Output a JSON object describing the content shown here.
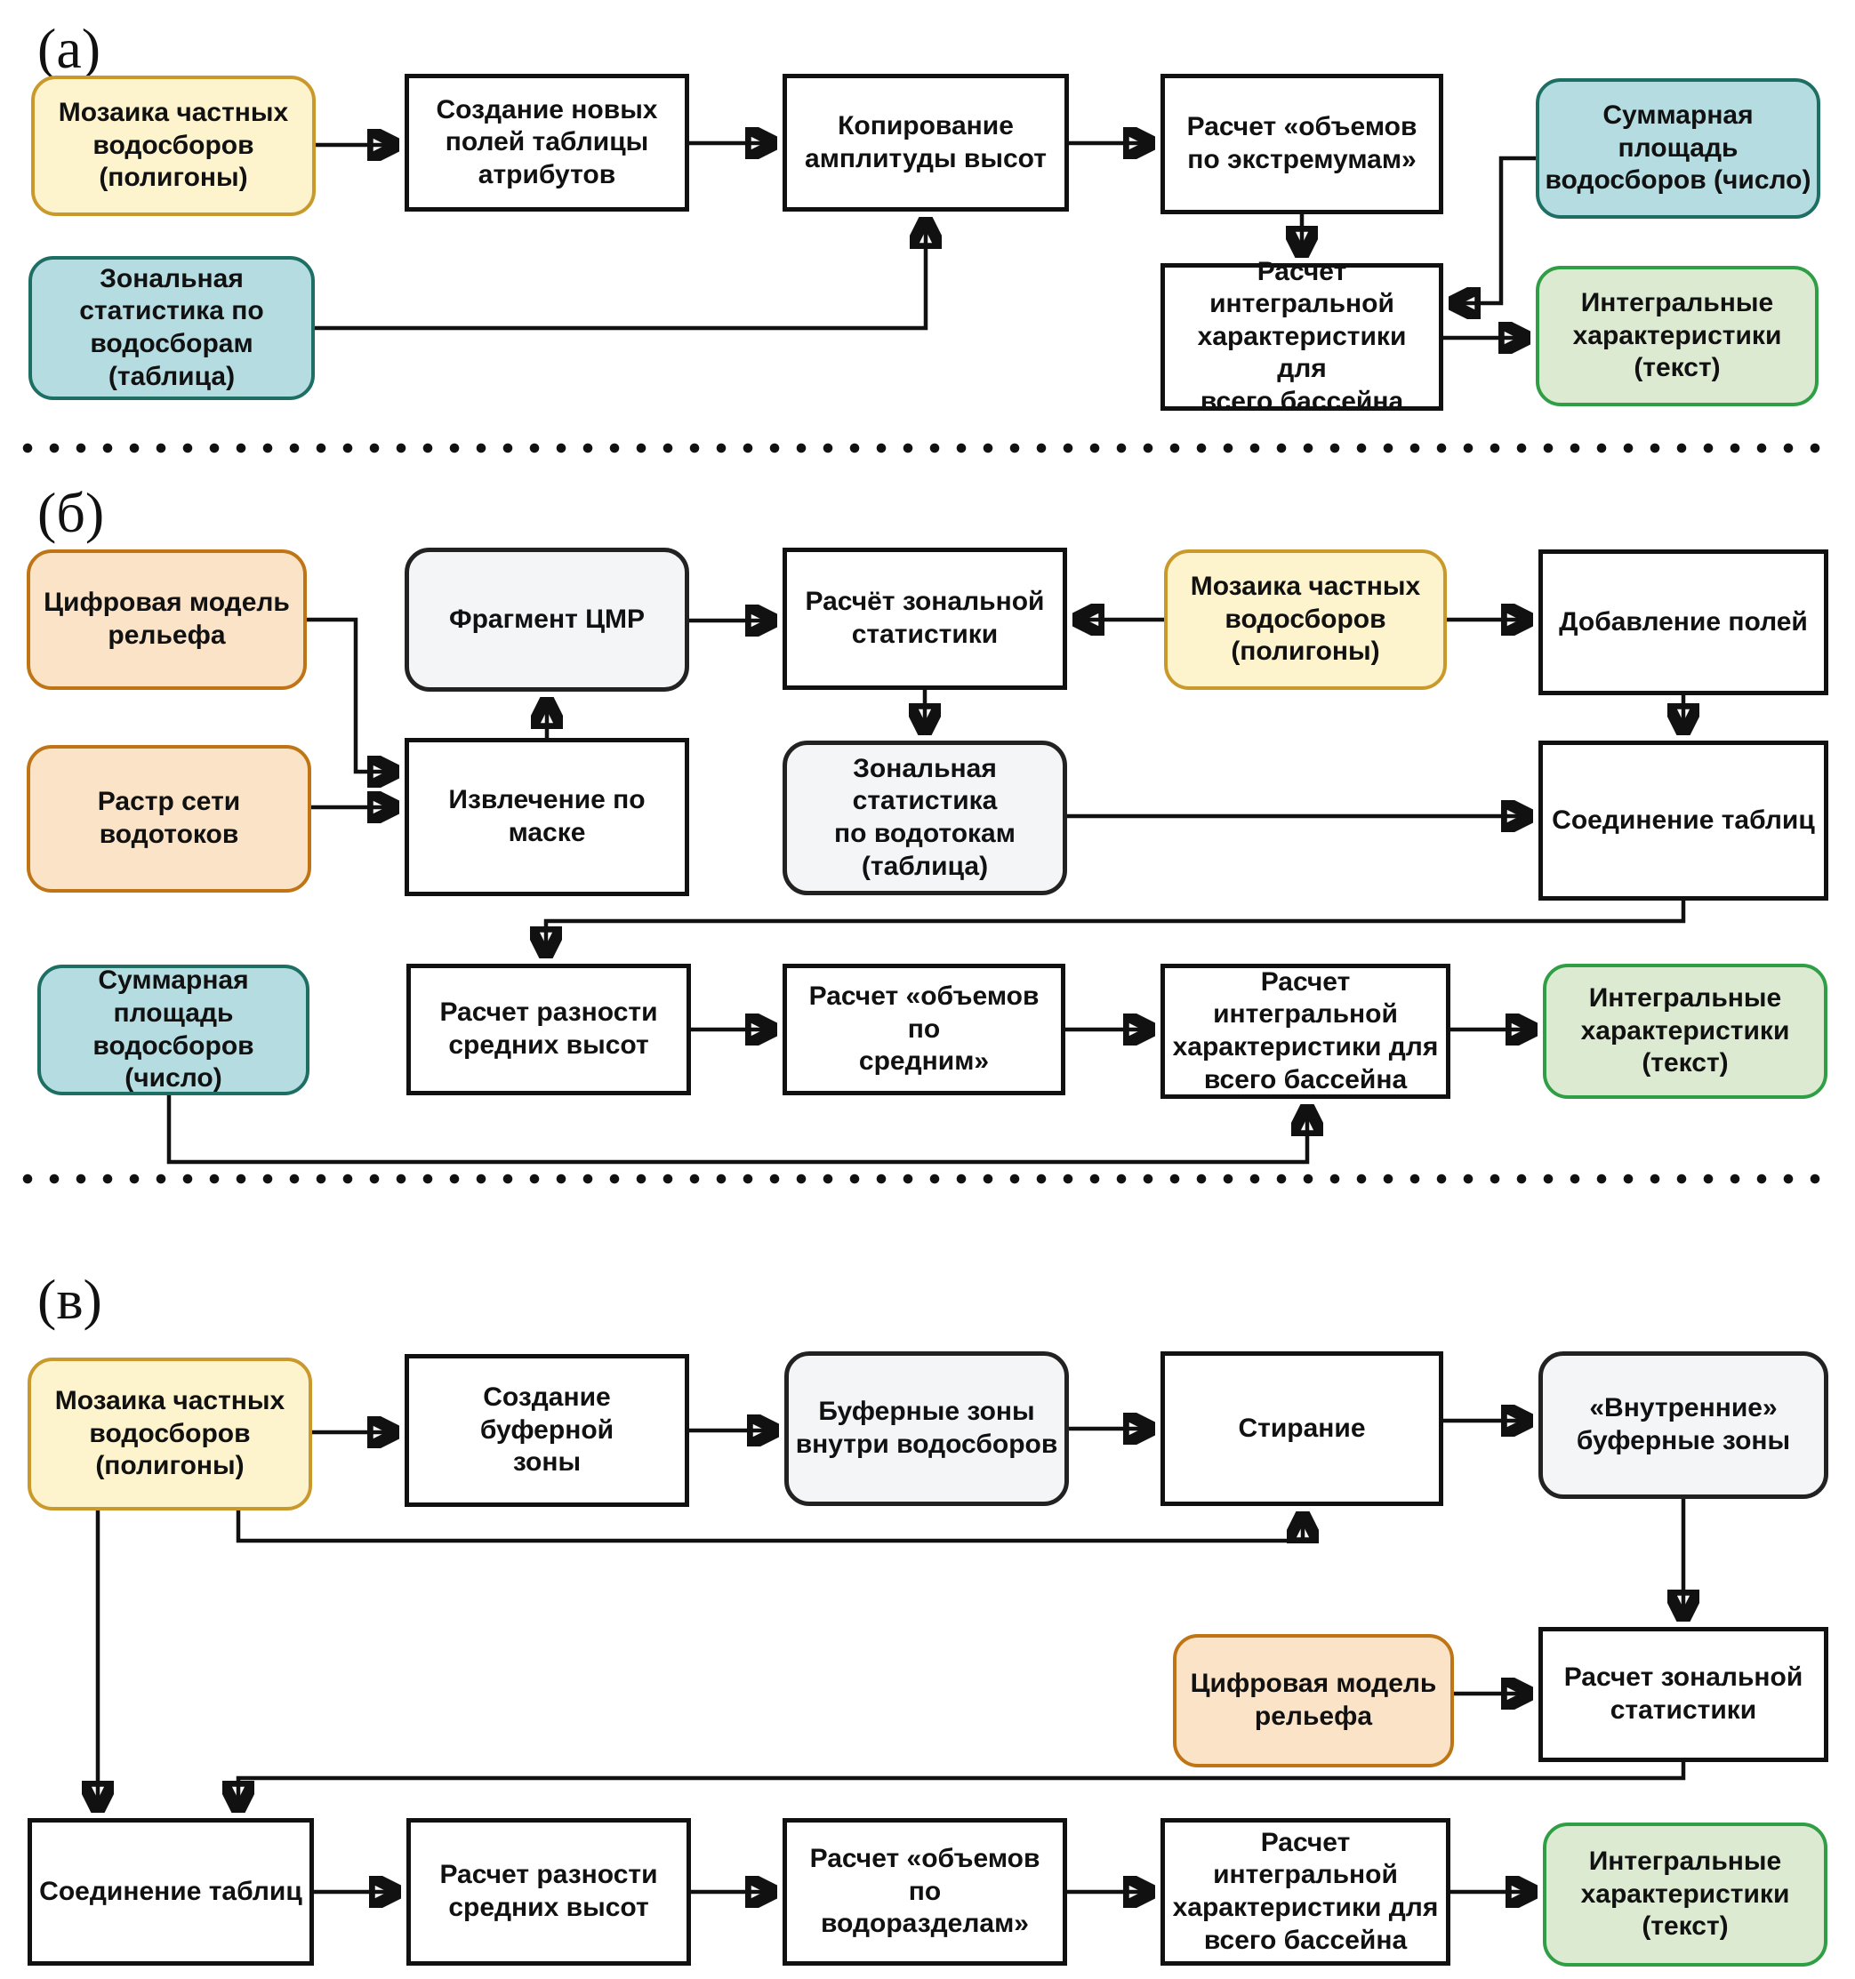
{
  "figure": {
    "type": "flowchart",
    "language": "ru",
    "panels": 3
  },
  "labels": {
    "a": "(а)",
    "b": "(б)",
    "v": "(в)"
  },
  "nodes": {
    "a1": {
      "text": "Мозаика частных\nводосборов\n(полигоны)",
      "kind": "input-polygons"
    },
    "a2": {
      "text": "Создание новых\nполей таблицы\nатрибутов",
      "kind": "process"
    },
    "a3": {
      "text": "Копирование\nамплитуды высот",
      "kind": "process"
    },
    "a4": {
      "text": "Расчет «объемов\nпо экстремумам»",
      "kind": "process"
    },
    "a5": {
      "text": "Зональная\nстатистика по\nводосборам\n(таблица)",
      "kind": "input-table"
    },
    "a6": {
      "text": "Суммарная площадь\nводосборов (число)",
      "kind": "input-number"
    },
    "a7": {
      "text": "Расчет\nинтегральной\nхарактеристики для\nвсего бассейна",
      "kind": "process"
    },
    "a8": {
      "text": "Интегральные\nхарактеристики\n(текст)",
      "kind": "output-text"
    },
    "b1": {
      "text": "Цифровая модель\nрельефа",
      "kind": "input-raster"
    },
    "b2": {
      "text": "Растр сети\nводотоков",
      "kind": "input-raster"
    },
    "b3": {
      "text": "Фрагмент ЦМР",
      "kind": "intermediate"
    },
    "b4": {
      "text": "Расчёт зональной\nстатистики",
      "kind": "process"
    },
    "b5": {
      "text": "Мозаика частных\nводосборов\n(полигоны)",
      "kind": "input-polygons"
    },
    "b6": {
      "text": "Добавление полей",
      "kind": "process"
    },
    "b7": {
      "text": "Извлечение по маске",
      "kind": "process"
    },
    "b8": {
      "text": "Зональная статистика\nпо водотокам\n(таблица)",
      "kind": "intermediate"
    },
    "b9": {
      "text": "Соединение таблиц",
      "kind": "process"
    },
    "b10": {
      "text": "Суммарная площадь\nводосборов (число)",
      "kind": "input-number"
    },
    "b11": {
      "text": "Расчет разности\nсредних высот",
      "kind": "process"
    },
    "b12": {
      "text": "Расчет «объемов по\nсредним»",
      "kind": "process"
    },
    "b13": {
      "text": "Расчет\nинтегральной\nхарактеристики для\nвсего бассейна",
      "kind": "process"
    },
    "b14": {
      "text": "Интегральные\nхарактеристики\n(текст)",
      "kind": "output-text"
    },
    "v1": {
      "text": "Мозаика частных\nводосборов\n(полигоны)",
      "kind": "input-polygons"
    },
    "v2": {
      "text": "Создание буферной\nзоны",
      "kind": "process"
    },
    "v3": {
      "text": "Буферные зоны\nвнутри водосборов",
      "kind": "intermediate"
    },
    "v4": {
      "text": "Стирание",
      "kind": "process"
    },
    "v5": {
      "text": "«Внутренние»\nбуферные зоны",
      "kind": "intermediate"
    },
    "v6": {
      "text": "Цифровая модель\nрельефа",
      "kind": "input-raster"
    },
    "v7": {
      "text": "Расчет зональной\nстатистики",
      "kind": "process"
    },
    "v8": {
      "text": "Соединение таблиц",
      "kind": "process"
    },
    "v9": {
      "text": "Расчет разности\nсредних высот",
      "kind": "process"
    },
    "v10": {
      "text": "Расчет «объемов по\nводоразделам»",
      "kind": "process"
    },
    "v11": {
      "text": "Расчет\nинтегральной\nхарактеристики для\nвсего бассейна",
      "kind": "process"
    },
    "v12": {
      "text": "Интегральные\nхарактеристики\n(текст)",
      "kind": "output-text"
    }
  },
  "edges": [
    [
      "a1",
      "a2"
    ],
    [
      "a2",
      "a3"
    ],
    [
      "a3",
      "a4"
    ],
    [
      "a5",
      "a3"
    ],
    [
      "a4",
      "a7"
    ],
    [
      "a6",
      "a7"
    ],
    [
      "a7",
      "a8"
    ],
    [
      "b1",
      "b7"
    ],
    [
      "b2",
      "b7"
    ],
    [
      "b7",
      "b3"
    ],
    [
      "b3",
      "b4"
    ],
    [
      "b5",
      "b4"
    ],
    [
      "b4",
      "b8"
    ],
    [
      "b5",
      "b6"
    ],
    [
      "b6",
      "b9"
    ],
    [
      "b8",
      "b9"
    ],
    [
      "b9",
      "b11"
    ],
    [
      "b10",
      "b13"
    ],
    [
      "b11",
      "b12"
    ],
    [
      "b12",
      "b13"
    ],
    [
      "b13",
      "b14"
    ],
    [
      "v1",
      "v2"
    ],
    [
      "v2",
      "v3"
    ],
    [
      "v3",
      "v4"
    ],
    [
      "v4",
      "v5"
    ],
    [
      "v1",
      "v4"
    ],
    [
      "v5",
      "v7"
    ],
    [
      "v6",
      "v7"
    ],
    [
      "v7",
      "v8"
    ],
    [
      "v1",
      "v8"
    ],
    [
      "v8",
      "v9"
    ],
    [
      "v9",
      "v10"
    ],
    [
      "v10",
      "v11"
    ],
    [
      "v11",
      "v12"
    ]
  ],
  "colors": {
    "yellow_fill": "#fdf3cd",
    "yellow_border": "#c9992b",
    "teal_fill": "#b5dce0",
    "teal_border": "#1d6f63",
    "green_fill": "#dcead2",
    "green_border": "#2f9e45",
    "orange_fill": "#fbe3c8",
    "orange_border": "#bf7515",
    "gray_fill": "#f4f5f6",
    "gray_border": "#222222",
    "white_fill": "#ffffff",
    "line": "#111111"
  }
}
